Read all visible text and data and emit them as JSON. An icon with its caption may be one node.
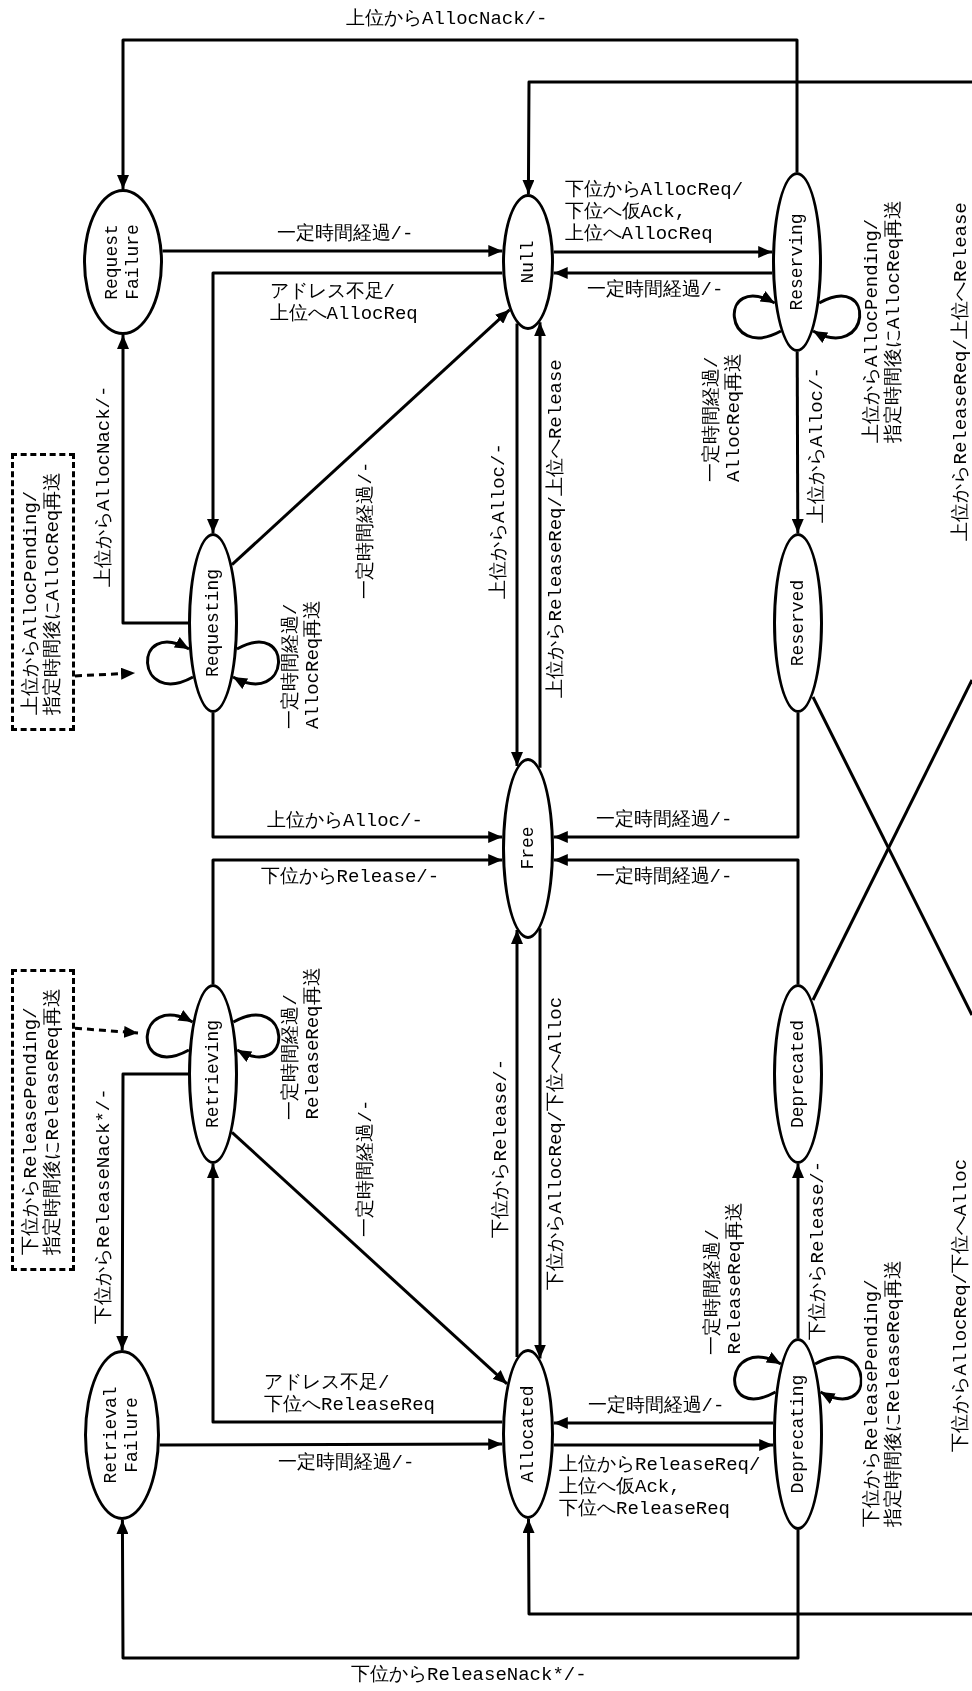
{
  "diagram": {
    "nodes": [
      {
        "text": [
          "Request Failure"
        ]
      },
      {
        "text": [
          "Null"
        ]
      },
      {
        "text": [
          "Reserving"
        ]
      },
      {
        "text": [
          "Requesting"
        ]
      },
      {
        "text": [
          "Reserved"
        ]
      },
      {
        "text": [
          "Free"
        ]
      },
      {
        "text": [
          "Retrieving"
        ]
      },
      {
        "text": [
          "Deprecated"
        ]
      },
      {
        "text": [
          "Retrieval Failure"
        ]
      },
      {
        "text": [
          "Allocated"
        ]
      },
      {
        "text": [
          "Deprecating"
        ]
      },
      {
        "text": [
          "上位からAllocPending/ 指定時間後にAllocReq再送"
        ]
      },
      {
        "text": [
          "下位からReleasePending/ 指定時間後にReleaseReq再送"
        ]
      }
    ],
    "edges": [
      {
        "from": 2,
        "to": 0,
        "arrow": "to",
        "label": "上位からAllocNack/-"
      },
      {
        "from": 0,
        "to": 1,
        "arrow": "to",
        "label": "一定時間経過/-"
      },
      {
        "from": 1,
        "to": 3,
        "arrow": "to",
        "label": "アドレス不足/ 上位へAllocReq"
      },
      {
        "from": 3,
        "to": 1,
        "arrow": "to",
        "label": "一定時間経過/-"
      },
      {
        "from": 3,
        "to": 0,
        "arrow": "to",
        "label": "上位からAllocNack/-"
      },
      {
        "from": 3,
        "to": 3,
        "arrow": "to"
      },
      {
        "from": 3,
        "to": 3,
        "arrow": "to",
        "label": "一定時間経過/ AllocReq再送"
      },
      {
        "from": 3,
        "to": 5,
        "arrow": "to",
        "label": "上位からAlloc/-"
      },
      {
        "from": 6,
        "to": 5,
        "arrow": "to",
        "label": "下位からRelease/-"
      },
      {
        "from": 1,
        "to": 5,
        "arrow": "to",
        "label": "上位からAlloc/-"
      },
      {
        "from": 5,
        "to": 1,
        "arrow": "to",
        "label": "上位からReleaseReq/上位へRelease"
      },
      {
        "from": 1,
        "to": 2,
        "arrow": "to",
        "label": "下位からAllocReq/ 下位へ仮Ack, 上位へAllocReq"
      },
      {
        "from": 2,
        "to": 1,
        "arrow": "to",
        "label": "一定時間経過/-"
      },
      {
        "from": 2,
        "to": 2,
        "arrow": "to",
        "label": "一定時間経過/ AllocReq再送"
      },
      {
        "from": 2,
        "to": 2,
        "arrow": "to",
        "label": "上位からAllocPending/ 指定時間後にAllocReq再送"
      },
      {
        "from": 2,
        "to": 4,
        "arrow": "to",
        "label": "上位からAlloc/-"
      },
      {
        "from": 4,
        "to": 5,
        "arrow": "to",
        "label": "一定時間経過/-"
      },
      {
        "from": 7,
        "to": 5,
        "arrow": "to",
        "label": "一定時間経過/-"
      },
      {
        "from": 4,
        "to": null,
        "arrow": "none"
      },
      {
        "from": 7,
        "to": null,
        "arrow": "none"
      },
      {
        "from": null,
        "to": 1,
        "arrow": "to"
      },
      {
        "from": 6,
        "to": 9,
        "arrow": "to",
        "label": "一定時間経過/-"
      },
      {
        "from": 9,
        "to": 6,
        "arrow": "to",
        "label": "アドレス不足/ 下位へReleaseReq"
      },
      {
        "from": 8,
        "to": 9,
        "arrow": "to",
        "label": "一定時間経過/-"
      },
      {
        "from": 6,
        "to": 8,
        "arrow": "to",
        "label": "下位からReleaseNack*/-"
      },
      {
        "from": 6,
        "to": 6,
        "arrow": "to"
      },
      {
        "from": 6,
        "to": 6,
        "arrow": "to",
        "label": "一定時間経過/ ReleaseReq再送"
      },
      {
        "from": 10,
        "to": 8,
        "arrow": "to",
        "label": "下位からReleaseNack*/-"
      },
      {
        "from": 5,
        "to": 9,
        "arrow": "to",
        "label": "下位からAllocReq/下位へAlloc"
      },
      {
        "from": 9,
        "to": 5,
        "arrow": "to",
        "label": "下位からRelease/-"
      },
      {
        "from": 9,
        "to": 10,
        "arrow": "to",
        "label": "上位からReleaseReq/ 上位へ仮Ack, 下位へReleaseReq"
      },
      {
        "from": 10,
        "to": 9,
        "arrow": "to",
        "label": "一定時間経過/-"
      },
      {
        "from": 10,
        "to": 10,
        "arrow": "to",
        "label": "一定時間経過/ ReleaseReq再送"
      },
      {
        "from": 10,
        "to": 10,
        "arrow": "to",
        "label": "下位からReleasePending/ 指定時間後にReleaseReq再送"
      },
      {
        "from": 10,
        "to": 7,
        "arrow": "to",
        "label": "下位からRelease/-"
      },
      {
        "from": null,
        "to": 9,
        "arrow": "to"
      },
      {
        "from": 11,
        "to": null,
        "arrow": "to",
        "style": "dashed"
      },
      {
        "from": 12,
        "to": null,
        "arrow": "to",
        "style": "dashed"
      }
    ],
    "labels": [
      "上位からReleaseReq/上位へRelease",
      "下位からAllocReq/下位へAlloc"
    ]
  }
}
